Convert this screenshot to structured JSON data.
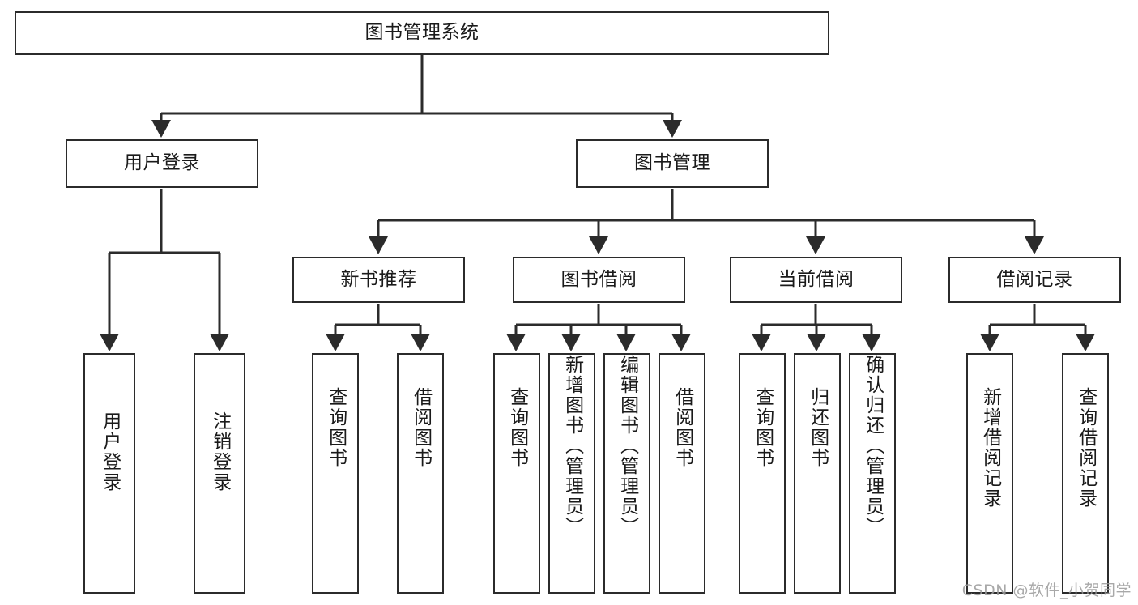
{
  "diagram": {
    "root": {
      "label": "图书管理系统"
    },
    "level2": [
      {
        "label": "用户登录"
      },
      {
        "label": "图书管理"
      }
    ],
    "level3": [
      {
        "label": "新书推荐"
      },
      {
        "label": "图书借阅"
      },
      {
        "label": "当前借阅"
      },
      {
        "label": "借阅记录"
      }
    ],
    "leaves": {
      "user_login": [
        {
          "label": "用户登录"
        },
        {
          "label": "注销登录"
        }
      ],
      "new_book_rec": [
        {
          "label": "查询图书"
        },
        {
          "label": "借阅图书"
        }
      ],
      "book_borrow": [
        {
          "label": "查询图书"
        },
        {
          "label": "新增图书（管理员）"
        },
        {
          "label": "编辑图书（管理员）"
        },
        {
          "label": "借阅图书"
        }
      ],
      "current_borrow": [
        {
          "label": "查询图书"
        },
        {
          "label": "归还图书"
        },
        {
          "label": "确认归还（管理员）"
        }
      ],
      "borrow_record": [
        {
          "label": "新增借阅记录"
        },
        {
          "label": "查询借阅记录"
        }
      ]
    }
  },
  "watermark": {
    "text": "CSDN @软件_小贺同学"
  },
  "colors": {
    "stroke": "#2b2b2b",
    "fill": "#ffffff",
    "text": "#1a1a1a",
    "watermark": "#9a9a9a"
  }
}
